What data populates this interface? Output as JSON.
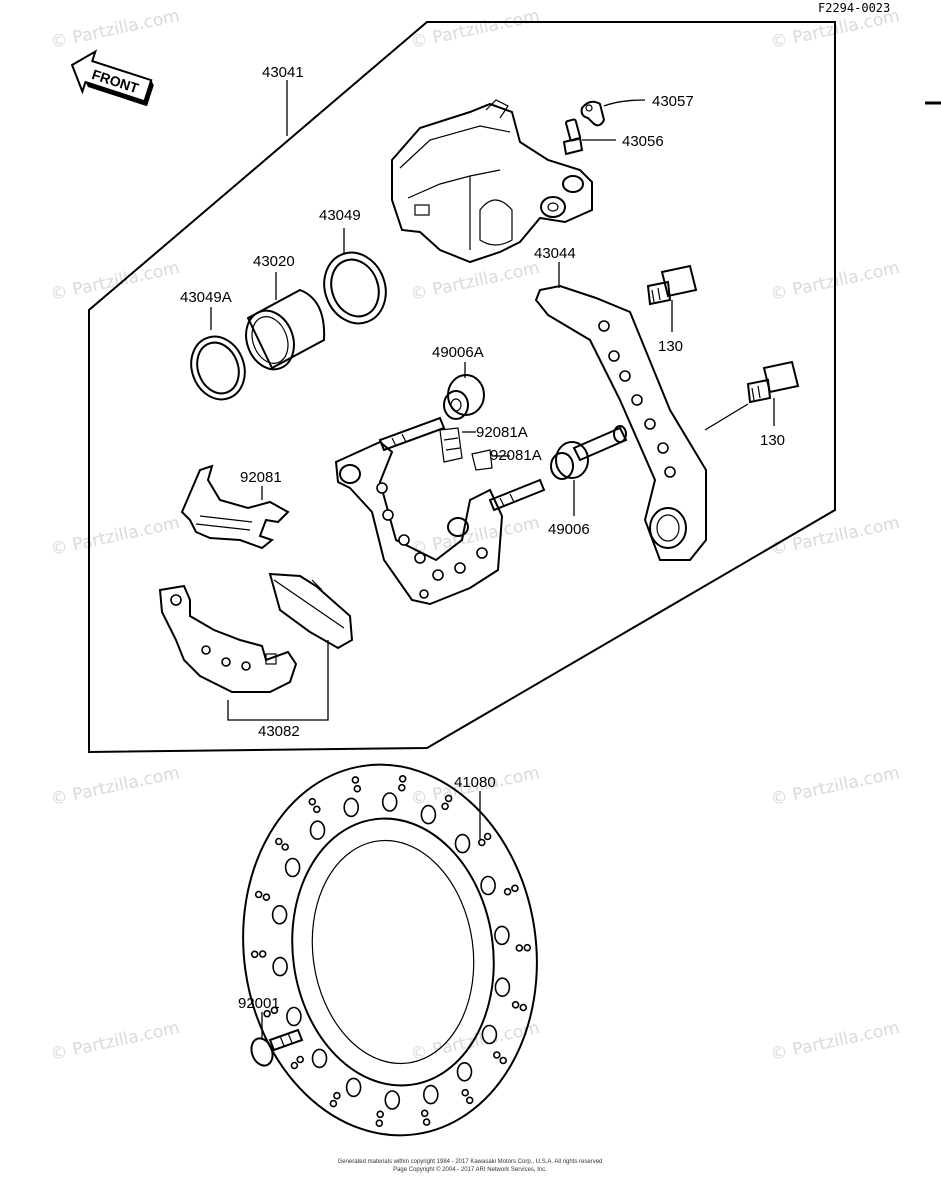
{
  "diagram_code": "F2294-0023",
  "front_label": "FRONT",
  "watermark_text": "© Partzilla.com",
  "footer": {
    "line1": "Generated materials within copyright 1984 - 2017  Kawasaki Motors Corp., U.S.A.  All rights reserved",
    "line2": "Page Copyright © 2004 - 2017 ARI Network Services, Inc."
  },
  "part_labels": {
    "p43041": "43041",
    "p43057": "43057",
    "p43056": "43056",
    "p43049": "43049",
    "p43020": "43020",
    "p43049A": "43049A",
    "p43044": "43044",
    "p130a": "130",
    "p130b": "130",
    "p49006A": "49006A",
    "p92081A_1": "92081A",
    "p92081A_2": "92081A",
    "p92081": "92081",
    "p49006": "49006",
    "p43082": "43082",
    "p41080": "41080",
    "p92001": "92001"
  }
}
